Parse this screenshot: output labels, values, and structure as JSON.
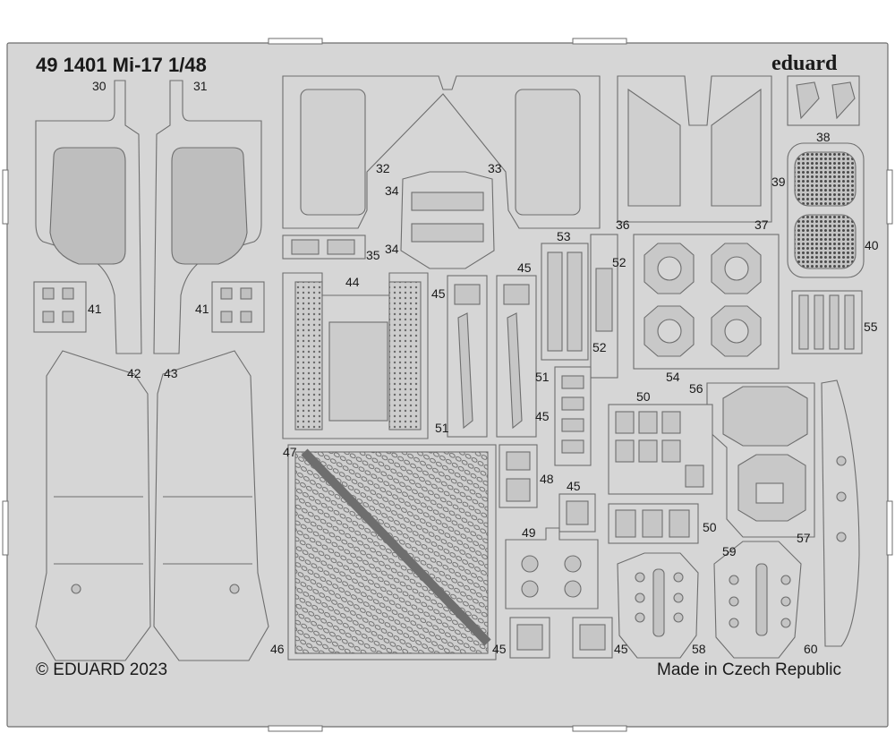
{
  "header": {
    "title": "49 1401   Mi-17  1/48",
    "brand": "eduard"
  },
  "footer": {
    "copyright": "© EDUARD 2023",
    "origin": "Made in Czech Republic"
  },
  "part_numbers": [
    "30",
    "31",
    "32",
    "33",
    "34",
    "34",
    "35",
    "36",
    "37",
    "38",
    "39",
    "40",
    "41",
    "41",
    "42",
    "43",
    "44",
    "45",
    "45",
    "45",
    "45",
    "45",
    "45",
    "46",
    "47",
    "48",
    "49",
    "50",
    "50",
    "51",
    "51",
    "52",
    "52",
    "53",
    "54",
    "55",
    "56",
    "57",
    "58",
    "59",
    "60"
  ],
  "colors": {
    "fret": "#d6d6d6",
    "outline": "#6e6e6e",
    "ink": "#1a1a1a",
    "mesh": "#bdbdbd"
  }
}
